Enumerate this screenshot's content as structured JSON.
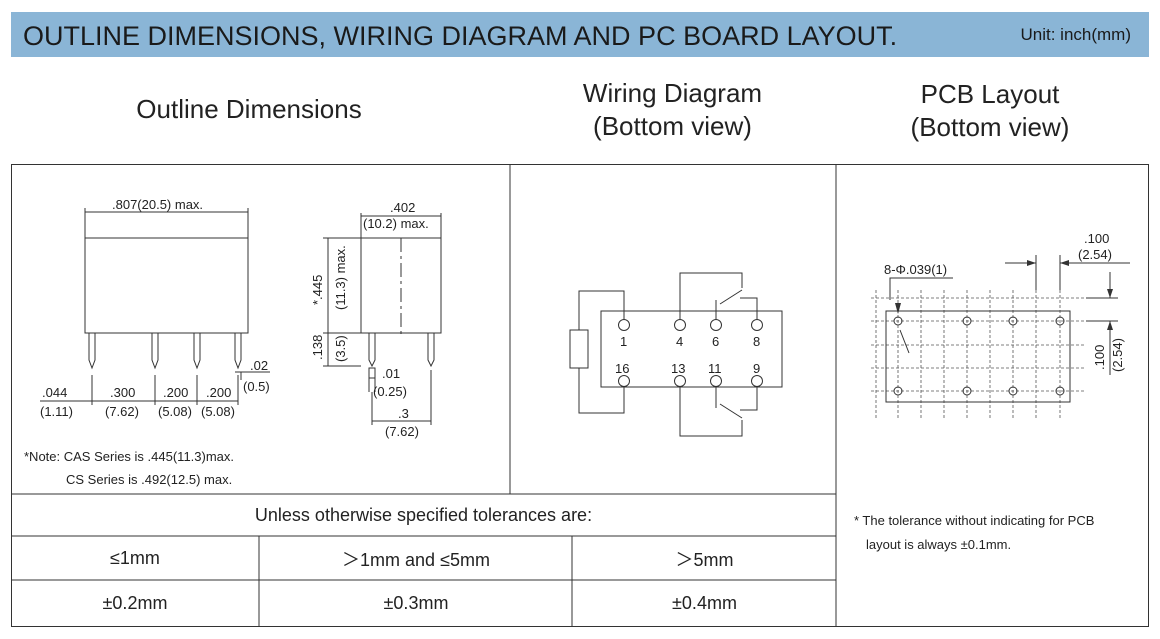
{
  "header": {
    "title": "OUTLINE DIMENSIONS, WIRING DIAGRAM AND PC BOARD LAYOUT.",
    "unit": "Unit: inch(mm)"
  },
  "sections": {
    "outline": "Outline Dimensions",
    "wiring_line1": "Wiring Diagram",
    "wiring_line2": "(Bottom view)",
    "pcb_line1": "PCB Layout",
    "pcb_line2": "(Bottom view)"
  },
  "outline": {
    "width_max": ".807(20.5) max.",
    "depth_in": ".402",
    "depth_max": "(10.2) max.",
    "height_in": "*.445",
    "height_max": "(11.3) max.",
    "pin_len_in": ".138",
    "pin_len_mm": "(3.5)",
    "pin_w_in": ".02",
    "pin_w_mm": "(0.5)",
    "gap1_in": ".044",
    "gap1_mm": "(1.11)",
    "pitch1_in": ".300",
    "pitch1_mm": "(7.62)",
    "pitch2_in": ".200",
    "pitch2_mm": "(5.08)",
    "pitch3_in": ".200",
    "pitch3_mm": "(5.08)",
    "pin_t_in": ".01",
    "pin_t_mm": "(0.25)",
    "row_in": ".3",
    "row_mm": "(7.62)",
    "note1": "*Note: CAS Series is .445(11.3)max.",
    "note2": "CS Series is .492(12.5) max."
  },
  "wiring": {
    "pins_top": [
      "1",
      "4",
      "6",
      "8"
    ],
    "pins_bottom": [
      "16",
      "13",
      "11",
      "9"
    ]
  },
  "pcb": {
    "hole_label": "8-Φ.039(1)",
    "pitch_in": ".100",
    "pitch_mm": "(2.54)",
    "note_line1": "* The tolerance without indicating for PCB",
    "note_line2": "layout is always ±0.1mm."
  },
  "tolerance": {
    "caption": "Unless otherwise specified tolerances are:",
    "ranges": [
      "≤1mm",
      "＞1mm and ≤5mm",
      "＞5mm"
    ],
    "values": [
      "±0.2mm",
      "±0.3mm",
      "±0.4mm"
    ]
  }
}
